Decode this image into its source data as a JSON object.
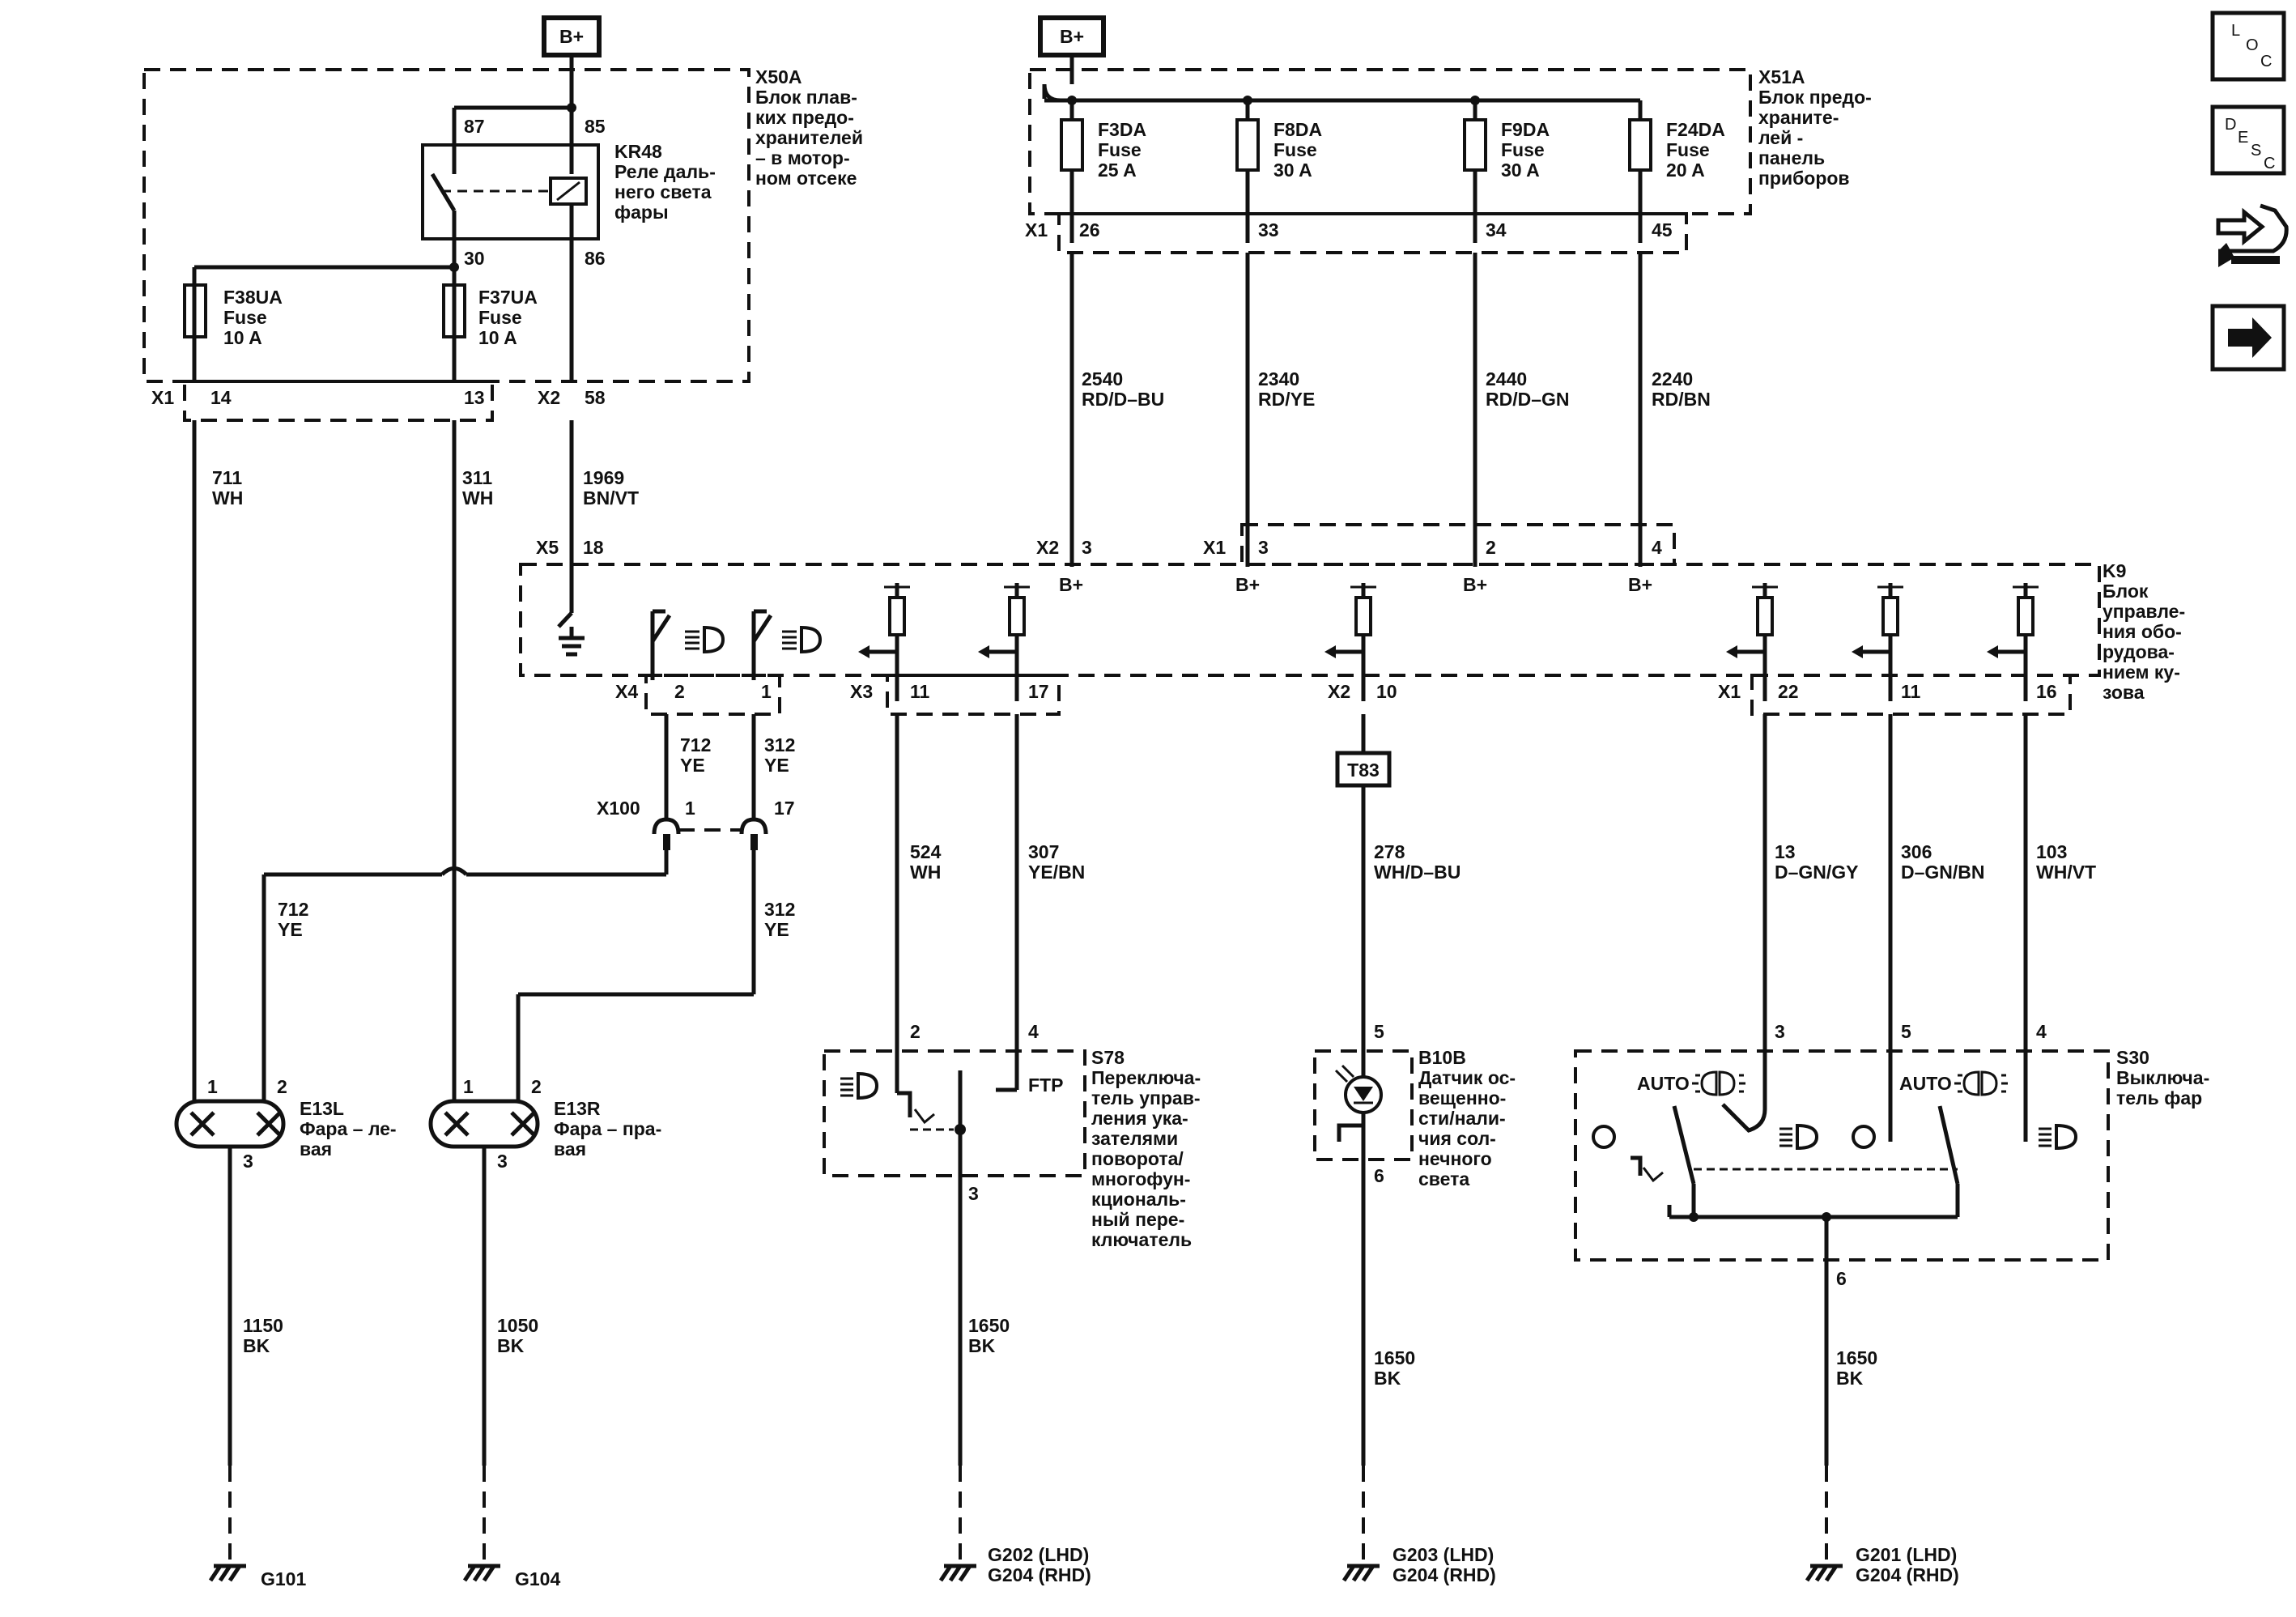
{
  "header": {
    "bplus_left": "B+",
    "bplus_right": "B+"
  },
  "nav": {
    "loc": [
      "L",
      "O",
      "C"
    ],
    "desc": [
      "D",
      "E",
      "S",
      "C"
    ]
  },
  "x50a": {
    "id": "X50A",
    "desc": [
      "Блок плав-",
      "ких предо-",
      "хранителей",
      "– в мотор-",
      "ном отсеке"
    ],
    "relay": {
      "id": "KR48",
      "desc": [
        "Реле даль-",
        "него света",
        "фары"
      ],
      "p87": "87",
      "p85": "85",
      "p30": "30",
      "p86": "86"
    },
    "f38": [
      "F38UA",
      "Fuse",
      "10 A"
    ],
    "f37": [
      "F37UA",
      "Fuse",
      "10 A"
    ],
    "conn_x1": "X1",
    "conn_x2": "X2",
    "p14": "14",
    "p13": "13",
    "p58": "58"
  },
  "x51a": {
    "id": "X51A",
    "desc": [
      "Блок предо-",
      "хранитe-",
      "лей -",
      "панель",
      "приборов"
    ],
    "fuses": [
      [
        "F3DA",
        "Fuse",
        "25 A"
      ],
      [
        "F8DA",
        "Fuse",
        "30 A"
      ],
      [
        "F9DA",
        "Fuse",
        "30 A"
      ],
      [
        "F24DA",
        "Fuse",
        "20 A"
      ]
    ],
    "conn_x1": "X1",
    "pins": [
      "26",
      "33",
      "34",
      "45"
    ]
  },
  "wires": {
    "w711": [
      "711",
      "WH"
    ],
    "w311": [
      "311",
      "WH"
    ],
    "w1969": [
      "1969",
      "BN/VT"
    ],
    "w2540": [
      "2540",
      "RD/D–BU"
    ],
    "w2340": [
      "2340",
      "RD/YE"
    ],
    "w2440": [
      "2440",
      "RD/D–GN"
    ],
    "w2240": [
      "2240",
      "RD/BN"
    ],
    "w712a": [
      "712",
      "YE"
    ],
    "w312a": [
      "312",
      "YE"
    ],
    "w712b": [
      "712",
      "YE"
    ],
    "w312b": [
      "312",
      "YE"
    ],
    "w524": [
      "524",
      "WH"
    ],
    "w307": [
      "307",
      "YE/BN"
    ],
    "w278": [
      "278",
      "WH/D–BU"
    ],
    "w13": [
      "13",
      "D–GN/GY"
    ],
    "w306": [
      "306",
      "D–GN/BN"
    ],
    "w103": [
      "103",
      "WH/VT"
    ],
    "w1150": [
      "1150",
      "BK"
    ],
    "w1050": [
      "1050",
      "BK"
    ],
    "w1650a": [
      "1650",
      "BK"
    ],
    "w1650b": [
      "1650",
      "BK"
    ],
    "w1650c": [
      "1650",
      "BK"
    ]
  },
  "k9": {
    "id": "K9",
    "desc": [
      "Блок",
      "управле-",
      "ния обо-",
      "рудова-",
      "нием ку-",
      "зова"
    ],
    "top": {
      "x5": "X5",
      "p18": "18",
      "x2": "X2",
      "p3a": "3",
      "x1": "X1",
      "p3b": "3",
      "p2": "2",
      "p4": "4",
      "bplus": "B+"
    },
    "bottom": {
      "x4": "X4",
      "p2": "2",
      "p1": "1",
      "x3": "X3",
      "p11": "11",
      "p17": "17",
      "x2": "X2",
      "p10": "10",
      "x1": "X1",
      "p22": "22",
      "p11b": "11",
      "p16": "16"
    }
  },
  "x100": {
    "id": "X100",
    "p1": "1",
    "p17": "17"
  },
  "t83": "T83",
  "e13l": {
    "id": "E13L",
    "desc": [
      "Фара – ле-",
      "вая"
    ],
    "p1": "1",
    "p2": "2",
    "p3": "3"
  },
  "e13r": {
    "id": "E13R",
    "desc": [
      "Фара – пра-",
      "вая"
    ],
    "p1": "1",
    "p2": "2",
    "p3": "3"
  },
  "s78": {
    "id": "S78",
    "desc": [
      "Переключа-",
      "тель управ-",
      "ления ука-",
      "зателями",
      "поворота/",
      "многофун-",
      "кциональ-",
      "ный пере-",
      "ключатель"
    ],
    "p2": "2",
    "p4": "4",
    "p3": "3",
    "ftp": "FTP"
  },
  "b10b": {
    "id": "B10B",
    "desc": [
      "Датчик ос-",
      "вещенно-",
      "сти/нали-",
      "чия сол-",
      "нечного",
      "света"
    ],
    "p5": "5",
    "p6": "6"
  },
  "s30": {
    "id": "S30",
    "desc": [
      "Выключа-",
      "тель фар"
    ],
    "p3": "3",
    "p5": "5",
    "p4": "4",
    "p6": "6",
    "auto1": "AUTO",
    "auto2": "AUTO"
  },
  "grounds": {
    "g101": [
      "G101"
    ],
    "g104": [
      "G104"
    ],
    "g202": [
      "G202 (LHD)",
      "G204 (RHD)"
    ],
    "g203": [
      "G203 (LHD)",
      "G204 (RHD)"
    ],
    "g201": [
      "G201 (LHD)",
      "G204 (RHD)"
    ]
  }
}
